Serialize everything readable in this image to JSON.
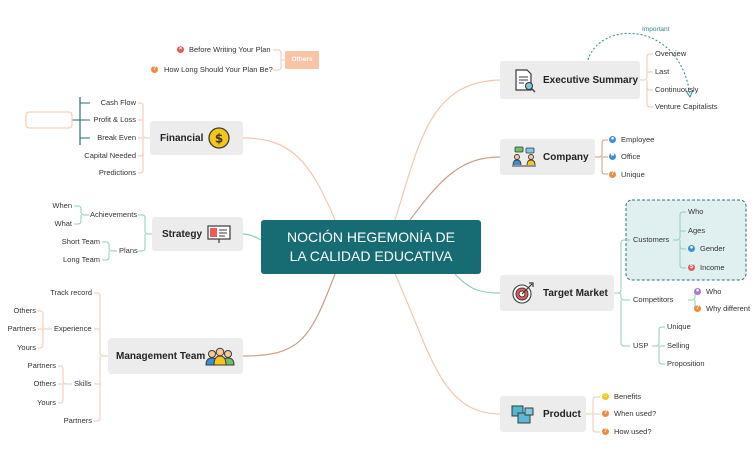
{
  "center": {
    "line1": "NOCIÓN HEGEMONÍA DE",
    "line2": "LA CALIDAD EDUCATIVA"
  },
  "colors": {
    "center_bg": "#166c72",
    "branch_orange": "#f3c7ad",
    "branch_brown": "#c99e82",
    "branch_green": "#8ccfbd",
    "node_bg": "#ececec",
    "customers_box": "#e0f0f0",
    "dashed": "#2a6f74"
  },
  "others": {
    "tag": "Others",
    "items": [
      {
        "icon": "x-circle-icon",
        "text": "Before Writing Your Plan"
      },
      {
        "icon": "question-circle-icon",
        "text": "How Long Should Your Plan Be?"
      }
    ]
  },
  "financial": {
    "label": "Financial",
    "icon": "dollar-coin-icon",
    "children": [
      "Cash Flow",
      "Profit & Loss",
      "Break Even",
      "Capital Needed",
      "Predictions"
    ]
  },
  "strategy": {
    "label": "Strategy",
    "icon": "presentation-board-icon",
    "achievements": {
      "label": "Achievements",
      "children": [
        "When",
        "What"
      ]
    },
    "plans": {
      "label": "Plans",
      "children": [
        "Short Team",
        "Long Team"
      ]
    }
  },
  "management": {
    "label": "Management Team",
    "icon": "team-people-icon",
    "track_record": "Track record",
    "experience": {
      "label": "Experience",
      "children": [
        "Others",
        "Partners",
        "Yours"
      ]
    },
    "skills": {
      "label": "Skills",
      "children": [
        "Partners",
        "Others",
        "Yours"
      ]
    },
    "partners": "Partners"
  },
  "executive": {
    "label": "Executive Summary",
    "icon": "document-search-icon",
    "important": "Important",
    "children": [
      "Overview",
      "Last",
      "Continuously",
      "Venture Capitalists"
    ]
  },
  "company": {
    "label": "Company",
    "icon": "meeting-people-icon",
    "children": [
      {
        "icon": "person-icon",
        "text": "Employee"
      },
      {
        "icon": "flag-icon",
        "text": "Office"
      },
      {
        "icon": "question-circle-icon",
        "text": "Unique"
      }
    ]
  },
  "target": {
    "label": "Target Market",
    "icon": "target-icon",
    "customers": {
      "label": "Customers",
      "children": [
        {
          "icon": "",
          "text": "Who"
        },
        {
          "icon": "",
          "text": "Ages"
        },
        {
          "icon": "person-icon",
          "text": "Gender"
        },
        {
          "icon": "dollar-circle-icon",
          "text": "Income"
        }
      ]
    },
    "competitors": {
      "label": "Competitors",
      "children": [
        {
          "icon": "person-purple-icon",
          "text": "Who"
        },
        {
          "icon": "question-circle-icon",
          "text": "Why different"
        }
      ]
    },
    "usp": {
      "label": "USP",
      "children": [
        "Unique",
        "Selling",
        "Proposition"
      ]
    }
  },
  "product": {
    "label": "Product",
    "icon": "boxes-icon",
    "children": [
      {
        "icon": "smile-icon",
        "text": "Benefits"
      },
      {
        "icon": "question-circle-icon",
        "text": "When used?"
      },
      {
        "icon": "question-circle-icon",
        "text": "How used?"
      }
    ]
  }
}
